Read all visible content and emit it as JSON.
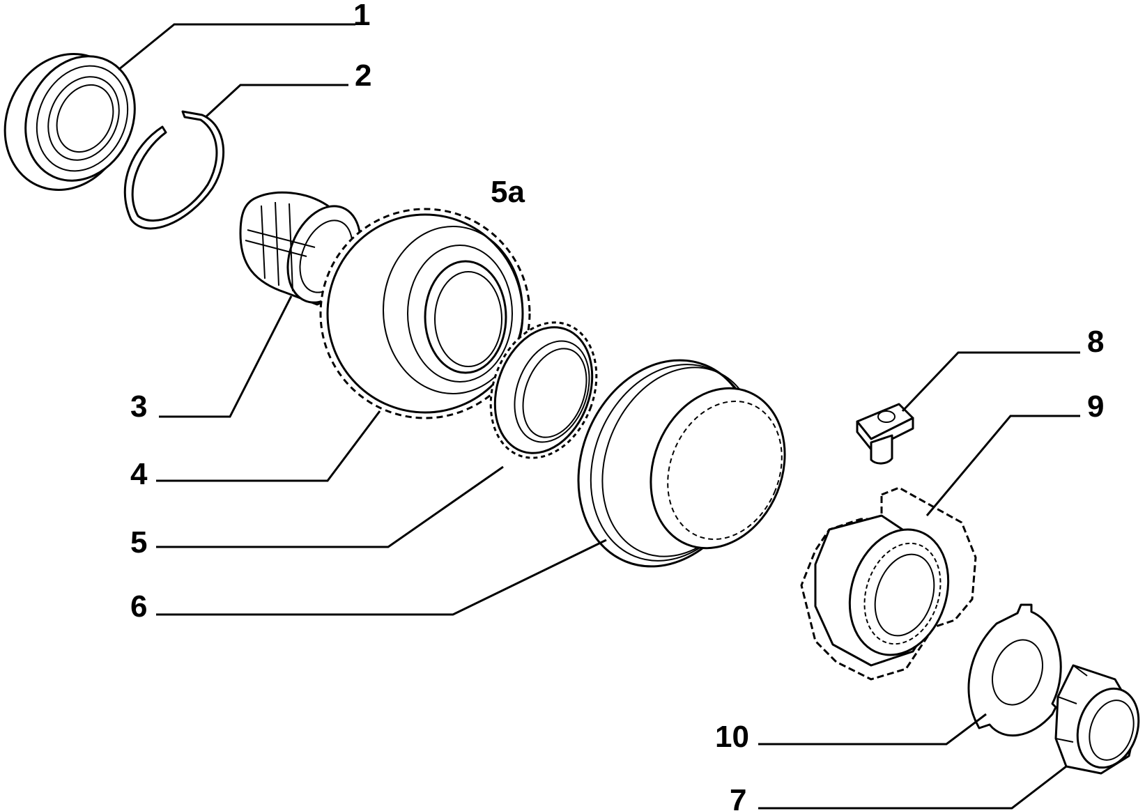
{
  "callouts": {
    "c1": "1",
    "c2": "2",
    "c3": "3",
    "c4": "4",
    "c5": "5",
    "c5a": "5a",
    "c6": "6",
    "c7": "7",
    "c8": "8",
    "c9": "9",
    "c10": "10"
  },
  "colors": {
    "line": "#000000",
    "background": "#ffffff"
  }
}
